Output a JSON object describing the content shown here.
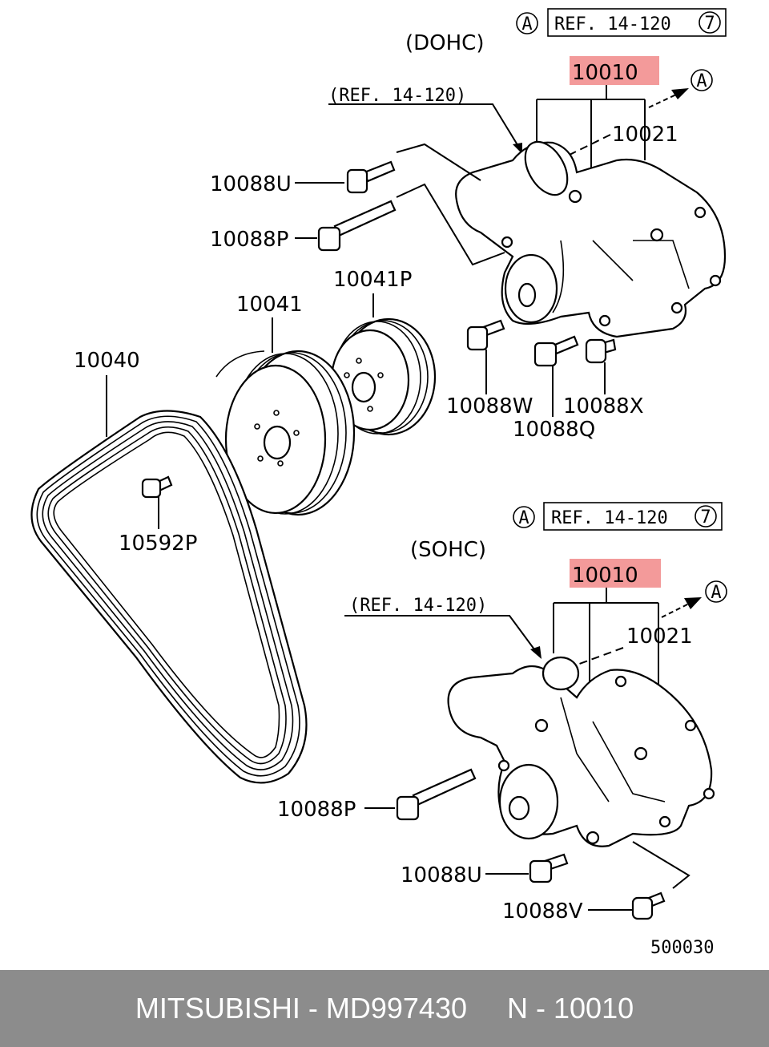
{
  "dohc": {
    "heading": "(DOHC)",
    "ref_circle": "A",
    "ref_box": "REF. 14-120",
    "ref_box_num": "7",
    "part_main": "10010",
    "arrow_label": "A",
    "ref_note": "(REF. 14-120)",
    "gasket": "10021",
    "bolt_u": "10088U",
    "bolt_p": "10088P",
    "bolt_w": "10088W",
    "bolt_q": "10088Q",
    "bolt_x": "10088X"
  },
  "left": {
    "pulley_small": "10041P",
    "pulley_large": "10041",
    "belt": "10040",
    "bolt": "10592P"
  },
  "sohc": {
    "heading": "(SOHC)",
    "ref_circle": "A",
    "ref_box": "REF. 14-120",
    "ref_box_num": "7",
    "part_main": "10010",
    "arrow_label": "A",
    "ref_note": "(REF. 14-120)",
    "gasket": "10021",
    "bolt_p": "10088P",
    "bolt_u": "10088U",
    "bolt_v": "10088V"
  },
  "figure_code": "500030",
  "footer": {
    "brand": "MITSUBISHI",
    "sep1": " - ",
    "part_number": "MD997430",
    "gap": "     ",
    "ref": "N - 10010"
  },
  "colors": {
    "highlight": "#f39a9a",
    "footer_bg": "#8c8c8c"
  }
}
